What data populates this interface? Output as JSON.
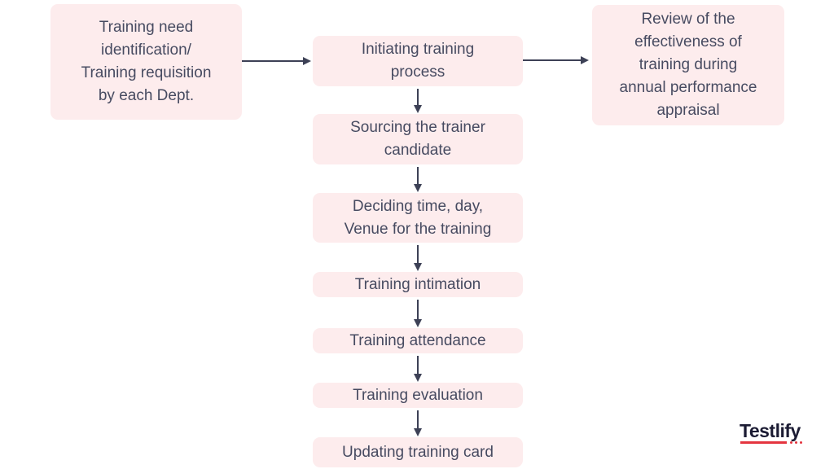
{
  "colors": {
    "node_background": "#fdeced",
    "node_text": "#474b61",
    "arrow": "#3d4156",
    "logo_text": "#1b1b33",
    "logo_accent": "#e4353f",
    "page_background": "#ffffff"
  },
  "flowchart": {
    "nodes": [
      {
        "id": "training-need",
        "label": "Training need\nidentification/\nTraining requisition\nby each Dept."
      },
      {
        "id": "initiating-training",
        "label": "Initiating training\nprocess"
      },
      {
        "id": "sourcing-trainer",
        "label": "Sourcing the trainer\ncandidate"
      },
      {
        "id": "deciding-time",
        "label": "Deciding time, day,\nVenue for the training"
      },
      {
        "id": "training-intimation",
        "label": "Training intimation"
      },
      {
        "id": "training-attendance",
        "label": "Training attendance"
      },
      {
        "id": "training-evaluation",
        "label": "Training evaluation"
      },
      {
        "id": "updating-training-card",
        "label": "Updating training card"
      },
      {
        "id": "review-effectiveness",
        "label": "Review of the\neffectiveness of\ntraining during\nannual performance\nappraisal"
      }
    ],
    "edges": [
      "training-need -> initiating-training",
      "initiating-training -> review-effectiveness",
      "initiating-training -> sourcing-trainer",
      "sourcing-trainer -> deciding-time",
      "deciding-time -> training-intimation",
      "training-intimation -> training-attendance",
      "training-attendance -> training-evaluation",
      "training-evaluation -> updating-training-card"
    ]
  },
  "logo": {
    "text": "Testlify"
  }
}
